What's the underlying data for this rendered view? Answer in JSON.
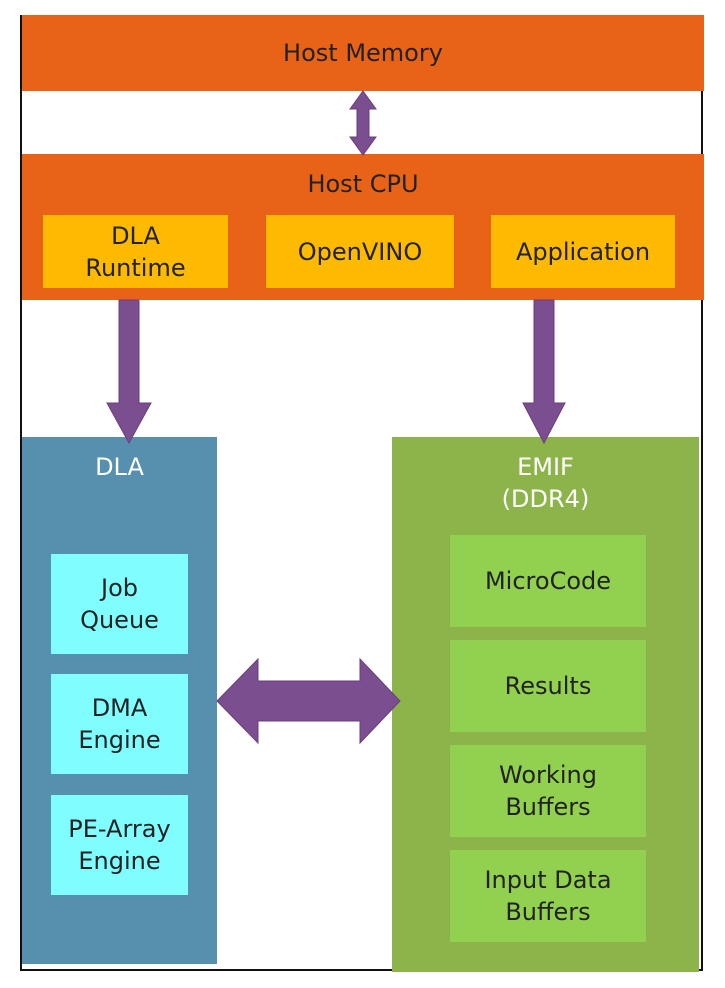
{
  "colors": {
    "host_orange": "#E86318",
    "yellow": "#FDBA00",
    "dla_blue": "#5690AE",
    "cyan": "#7FFDFF",
    "emif_green": "#8DB44A",
    "green_box": "#92D050",
    "arrow_purple": "#7B4E8F"
  },
  "host_memory": {
    "label": "Host Memory"
  },
  "host_cpu": {
    "label": "Host CPU",
    "components": [
      {
        "label": "DLA\nRuntime"
      },
      {
        "label": "OpenVINO"
      },
      {
        "label": "Application"
      }
    ]
  },
  "dla": {
    "label": "DLA",
    "components": [
      {
        "label": "Job\nQueue"
      },
      {
        "label": "DMA\nEngine"
      },
      {
        "label": "PE-Array\nEngine"
      }
    ]
  },
  "emif": {
    "label": "EMIF\n(DDR4)",
    "components": [
      {
        "label": "MicroCode"
      },
      {
        "label": "Results"
      },
      {
        "label": "Working\nBuffers"
      },
      {
        "label": "Input Data\nBuffers"
      }
    ]
  }
}
